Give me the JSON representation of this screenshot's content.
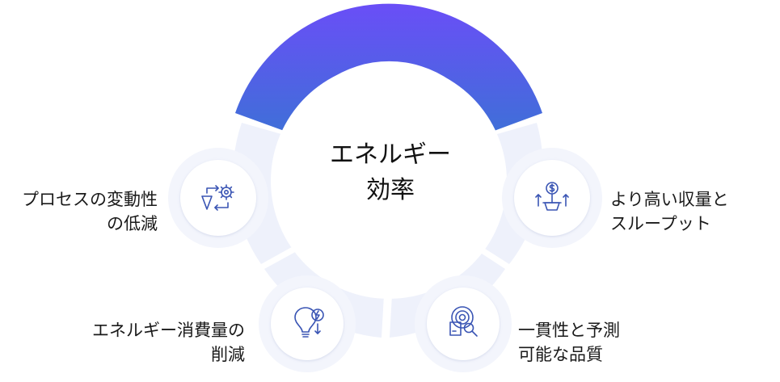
{
  "diagram": {
    "title_line1": "エネルギー",
    "title_line2": "効率",
    "colors": {
      "arc_top": "#6a4ef7",
      "arc_bottom": "#3f6fd8",
      "ring_fill": "#eef1fb",
      "node_outer": "#f3f5fc",
      "node_inner": "#ffffff",
      "icon_stroke": "#3a55b4"
    },
    "items": [
      {
        "id": "variability",
        "line1": "プロセスの変動性",
        "line2": "の低減",
        "icon": "process-gear-icon"
      },
      {
        "id": "throughput",
        "line1": "より高い収量と",
        "line2": "スループット",
        "icon": "money-plant-growth-icon"
      },
      {
        "id": "energy",
        "line1": "エネルギー消費量の",
        "line2": "削減",
        "icon": "lightbulb-energy-down-icon"
      },
      {
        "id": "quality",
        "line1": "一貫性と予測",
        "line2": "可能な品質",
        "icon": "target-box-search-icon"
      }
    ]
  }
}
